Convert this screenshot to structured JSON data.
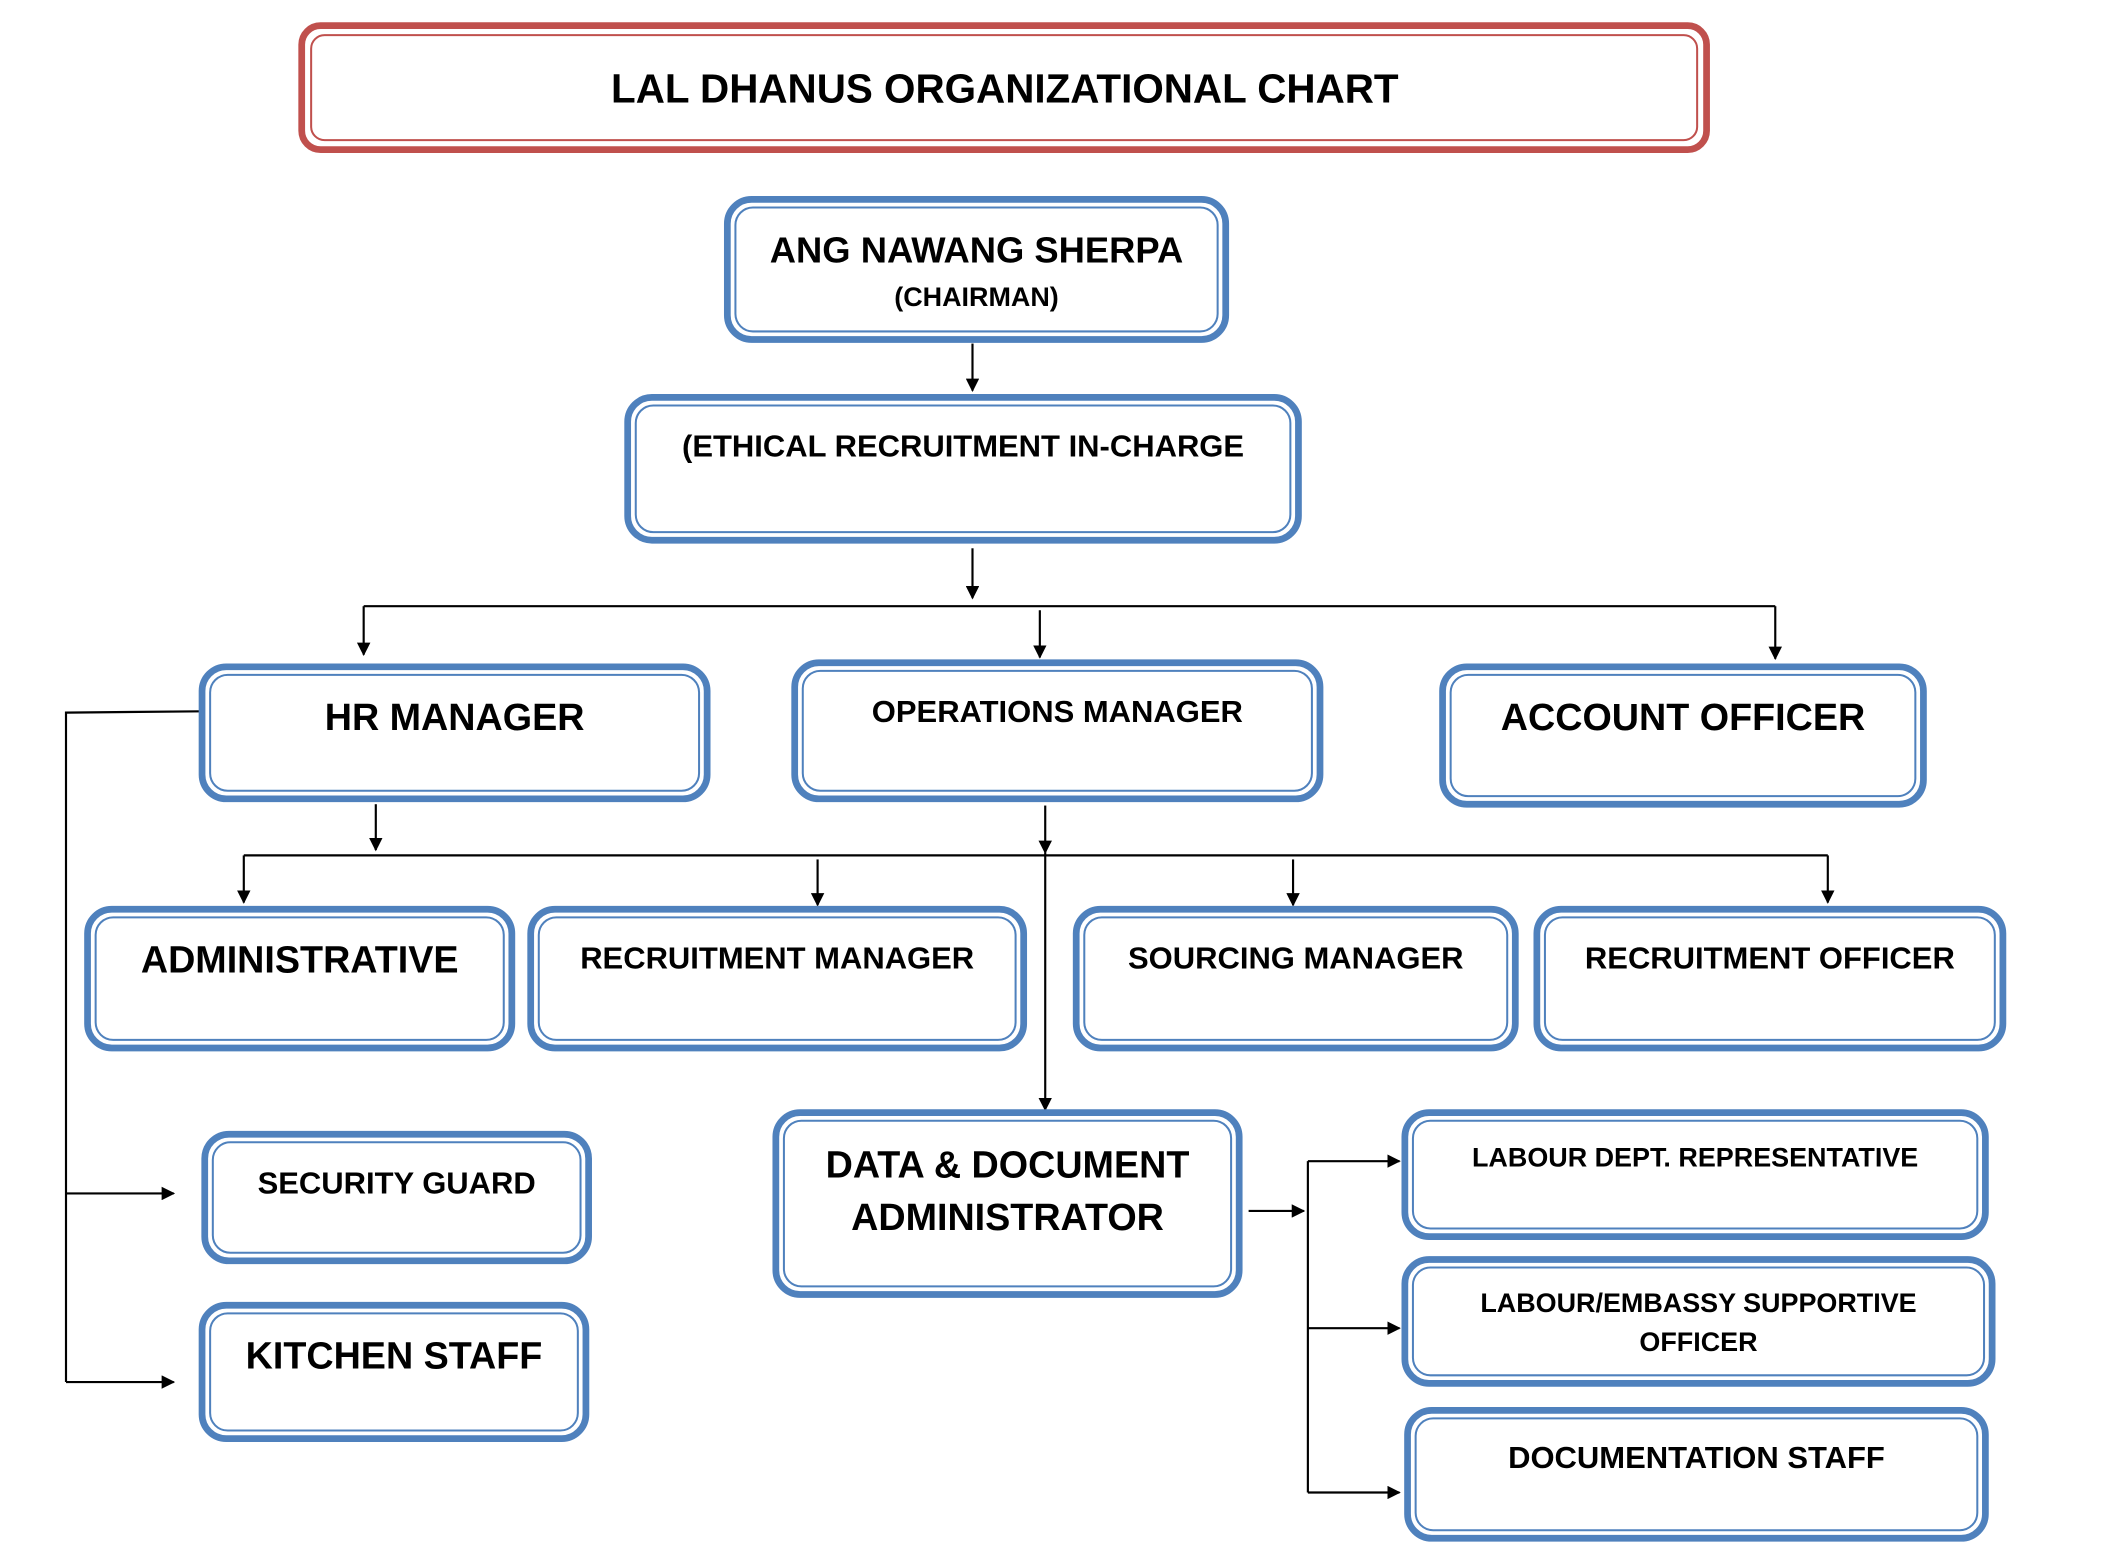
{
  "title": "LAL DHANUS ORGANIZATIONAL CHART",
  "colors": {
    "title_border": "#c0504d",
    "box_border": "#4f81bd",
    "connector": "#000000",
    "text": "#000000"
  },
  "nodes": {
    "chairman": {
      "lines": [
        "ANG NAWANG SHERPA"
      ],
      "subtitle": "(CHAIRMAN)"
    },
    "ethical": {
      "lines": [
        "(ETHICAL RECRUITMENT IN-CHARGE"
      ]
    },
    "hr_manager": {
      "lines": [
        "HR MANAGER"
      ]
    },
    "operations_manager": {
      "lines": [
        "OPERATIONS MANAGER"
      ]
    },
    "account_officer": {
      "lines": [
        "ACCOUNT OFFICER"
      ]
    },
    "administrative": {
      "lines": [
        "ADMINISTRATIVE"
      ]
    },
    "recruitment_manager": {
      "lines": [
        "RECRUITMENT MANAGER"
      ]
    },
    "sourcing_manager": {
      "lines": [
        "SOURCING MANAGER"
      ]
    },
    "recruitment_officer": {
      "lines": [
        "RECRUITMENT OFFICER"
      ]
    },
    "security_guard": {
      "lines": [
        "SECURITY GUARD"
      ]
    },
    "kitchen_staff": {
      "lines": [
        "KITCHEN STAFF"
      ]
    },
    "data_document_admin": {
      "lines": [
        "DATA & DOCUMENT",
        "ADMINISTRATOR"
      ]
    },
    "labour_dept_rep": {
      "lines": [
        "LABOUR DEPT. REPRESENTATIVE"
      ]
    },
    "labour_embassy_officer": {
      "lines": [
        "LABOUR/EMBASSY SUPPORTIVE",
        "OFFICER"
      ]
    },
    "documentation_staff": {
      "lines": [
        "DOCUMENTATION STAFF"
      ]
    }
  },
  "edges": [
    [
      "chairman",
      "ethical"
    ],
    [
      "ethical",
      "hr_manager"
    ],
    [
      "ethical",
      "operations_manager"
    ],
    [
      "ethical",
      "account_officer"
    ],
    [
      "hr_manager",
      "administrative"
    ],
    [
      "operations_manager",
      "recruitment_manager"
    ],
    [
      "operations_manager",
      "sourcing_manager"
    ],
    [
      "operations_manager",
      "recruitment_officer"
    ],
    [
      "operations_manager",
      "data_document_admin"
    ],
    [
      "hr_manager",
      "security_guard"
    ],
    [
      "hr_manager",
      "kitchen_staff"
    ],
    [
      "data_document_admin",
      "labour_dept_rep"
    ],
    [
      "data_document_admin",
      "labour_embassy_officer"
    ],
    [
      "data_document_admin",
      "documentation_staff"
    ]
  ]
}
